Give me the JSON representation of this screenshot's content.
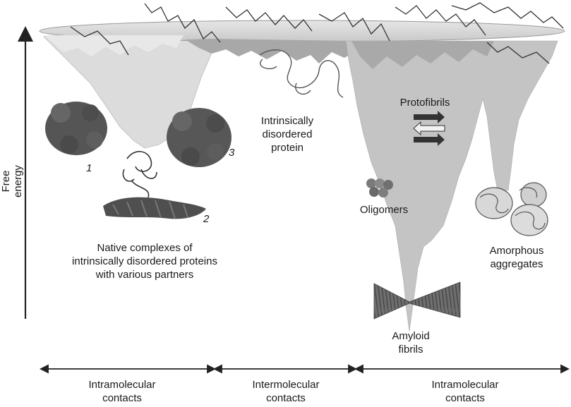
{
  "y_axis_label": "Free energy",
  "labels": {
    "native_complexes": [
      "Native complexes of",
      "intrinsically disordered proteins",
      "with various partners"
    ],
    "idp": [
      "Intrinsically",
      "disordered",
      "protein"
    ],
    "protofibrils": "Protofibrils",
    "oligomers": "Oligomers",
    "amorphous": [
      "Amorphous",
      "aggregates"
    ],
    "amyloid": [
      "Amyloid",
      "fibrils"
    ]
  },
  "complex_numbers": [
    "1",
    "2",
    "3"
  ],
  "regions": [
    [
      "Intramolecular",
      "contacts"
    ],
    [
      "Intermolecular",
      "contacts"
    ],
    [
      "Intramolecular",
      "contacts"
    ]
  ],
  "colors": {
    "funnel_light": "#d9d9d9",
    "funnel_mid": "#bdbdbd",
    "funnel_dark": "#a6a6a6",
    "protein_dark": "#555555",
    "axis": "#222222"
  }
}
